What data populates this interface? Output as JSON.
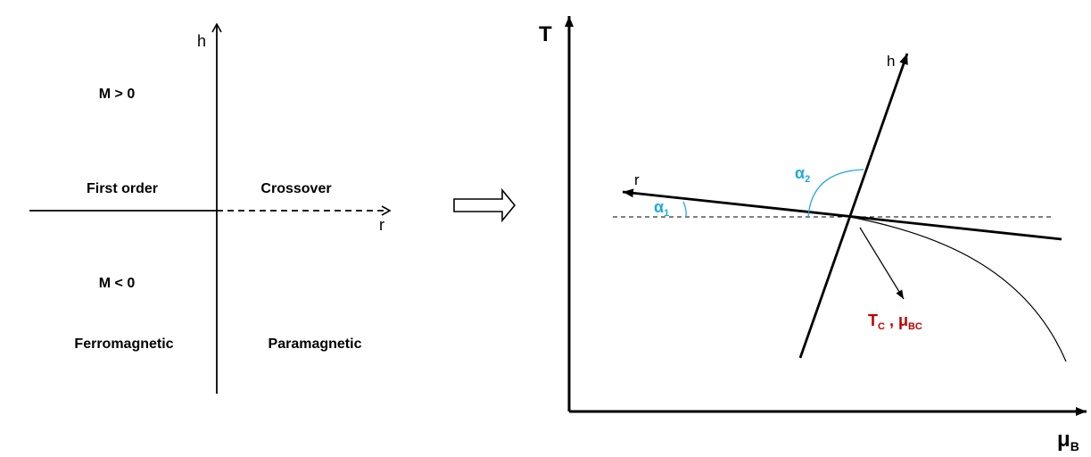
{
  "left_panel": {
    "h_axis_label": "h",
    "r_axis_label": "r",
    "regions": {
      "m_positive": "M > 0",
      "first_order": "First order",
      "crossover": "Crossover",
      "m_negative": "M < 0",
      "ferromagnetic": "Ferromagnetic",
      "paramagnetic": "Paramagnetic"
    }
  },
  "right_panel": {
    "t_axis_label": "T",
    "mu_axis_label": "μ",
    "mu_axis_subscript": "B",
    "h_axis_label": "h",
    "r_axis_label": "r",
    "alpha1": {
      "symbol": "α",
      "subscript": "1"
    },
    "alpha2": {
      "symbol": "α",
      "subscript": "2"
    },
    "critical_point": {
      "t_symbol": "T",
      "t_subscript": "C",
      "separator": " , ",
      "mu_symbol": "μ",
      "mu_subscript": "BC"
    }
  },
  "colors": {
    "line": "#000000",
    "angle": "#1ea7e0",
    "critical": "#c00000"
  }
}
